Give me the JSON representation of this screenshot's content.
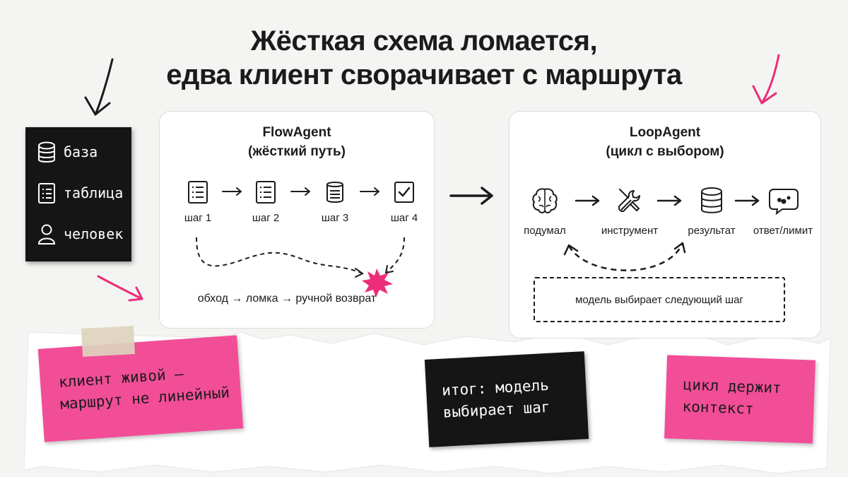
{
  "title": {
    "line1": "Жёсткая схема ломается,",
    "line2": "едва клиент сворачивает с маршрута"
  },
  "legend": {
    "items": [
      {
        "label": "база",
        "icon": "database-icon"
      },
      {
        "label": "таблица",
        "icon": "list-table-icon"
      },
      {
        "label": "человек",
        "icon": "person-icon"
      }
    ]
  },
  "flow_panel": {
    "title": "FlowAgent",
    "subtitle": "(жёсткий путь)",
    "steps": [
      {
        "label": "шаг 1",
        "icon": "list-doc-icon"
      },
      {
        "label": "шаг 2",
        "icon": "list-doc-icon"
      },
      {
        "label": "шаг 3",
        "icon": "doc-spiral-icon"
      },
      {
        "label": "шаг 4",
        "icon": "checkbox-icon"
      }
    ],
    "caption": "обход → ломка → ручной возврат"
  },
  "loop_panel": {
    "title": "LoopAgent",
    "subtitle": "(цикл с выбором)",
    "steps": [
      {
        "label": "подумал",
        "icon": "brain-icon"
      },
      {
        "label": "инструмент",
        "icon": "tools-icon"
      },
      {
        "label": "результат",
        "icon": "database-icon"
      },
      {
        "label": "ответ/лимит",
        "icon": "chat-bubble-icon"
      }
    ],
    "box_text": "модель выбирает следующий шаг"
  },
  "notes": {
    "left_line1": "клиент живой —",
    "left_line2": "маршрут не линейный",
    "middle_line1": "итог: модель",
    "middle_line2": "выбирает шаг",
    "right_line1": "цикл держит",
    "right_line2": "контекст"
  },
  "colors": {
    "accent_pink": "#ec2d7a",
    "sticky_pink": "#f24e98",
    "dark_card": "#151515",
    "tape": "#ddd2bd"
  }
}
